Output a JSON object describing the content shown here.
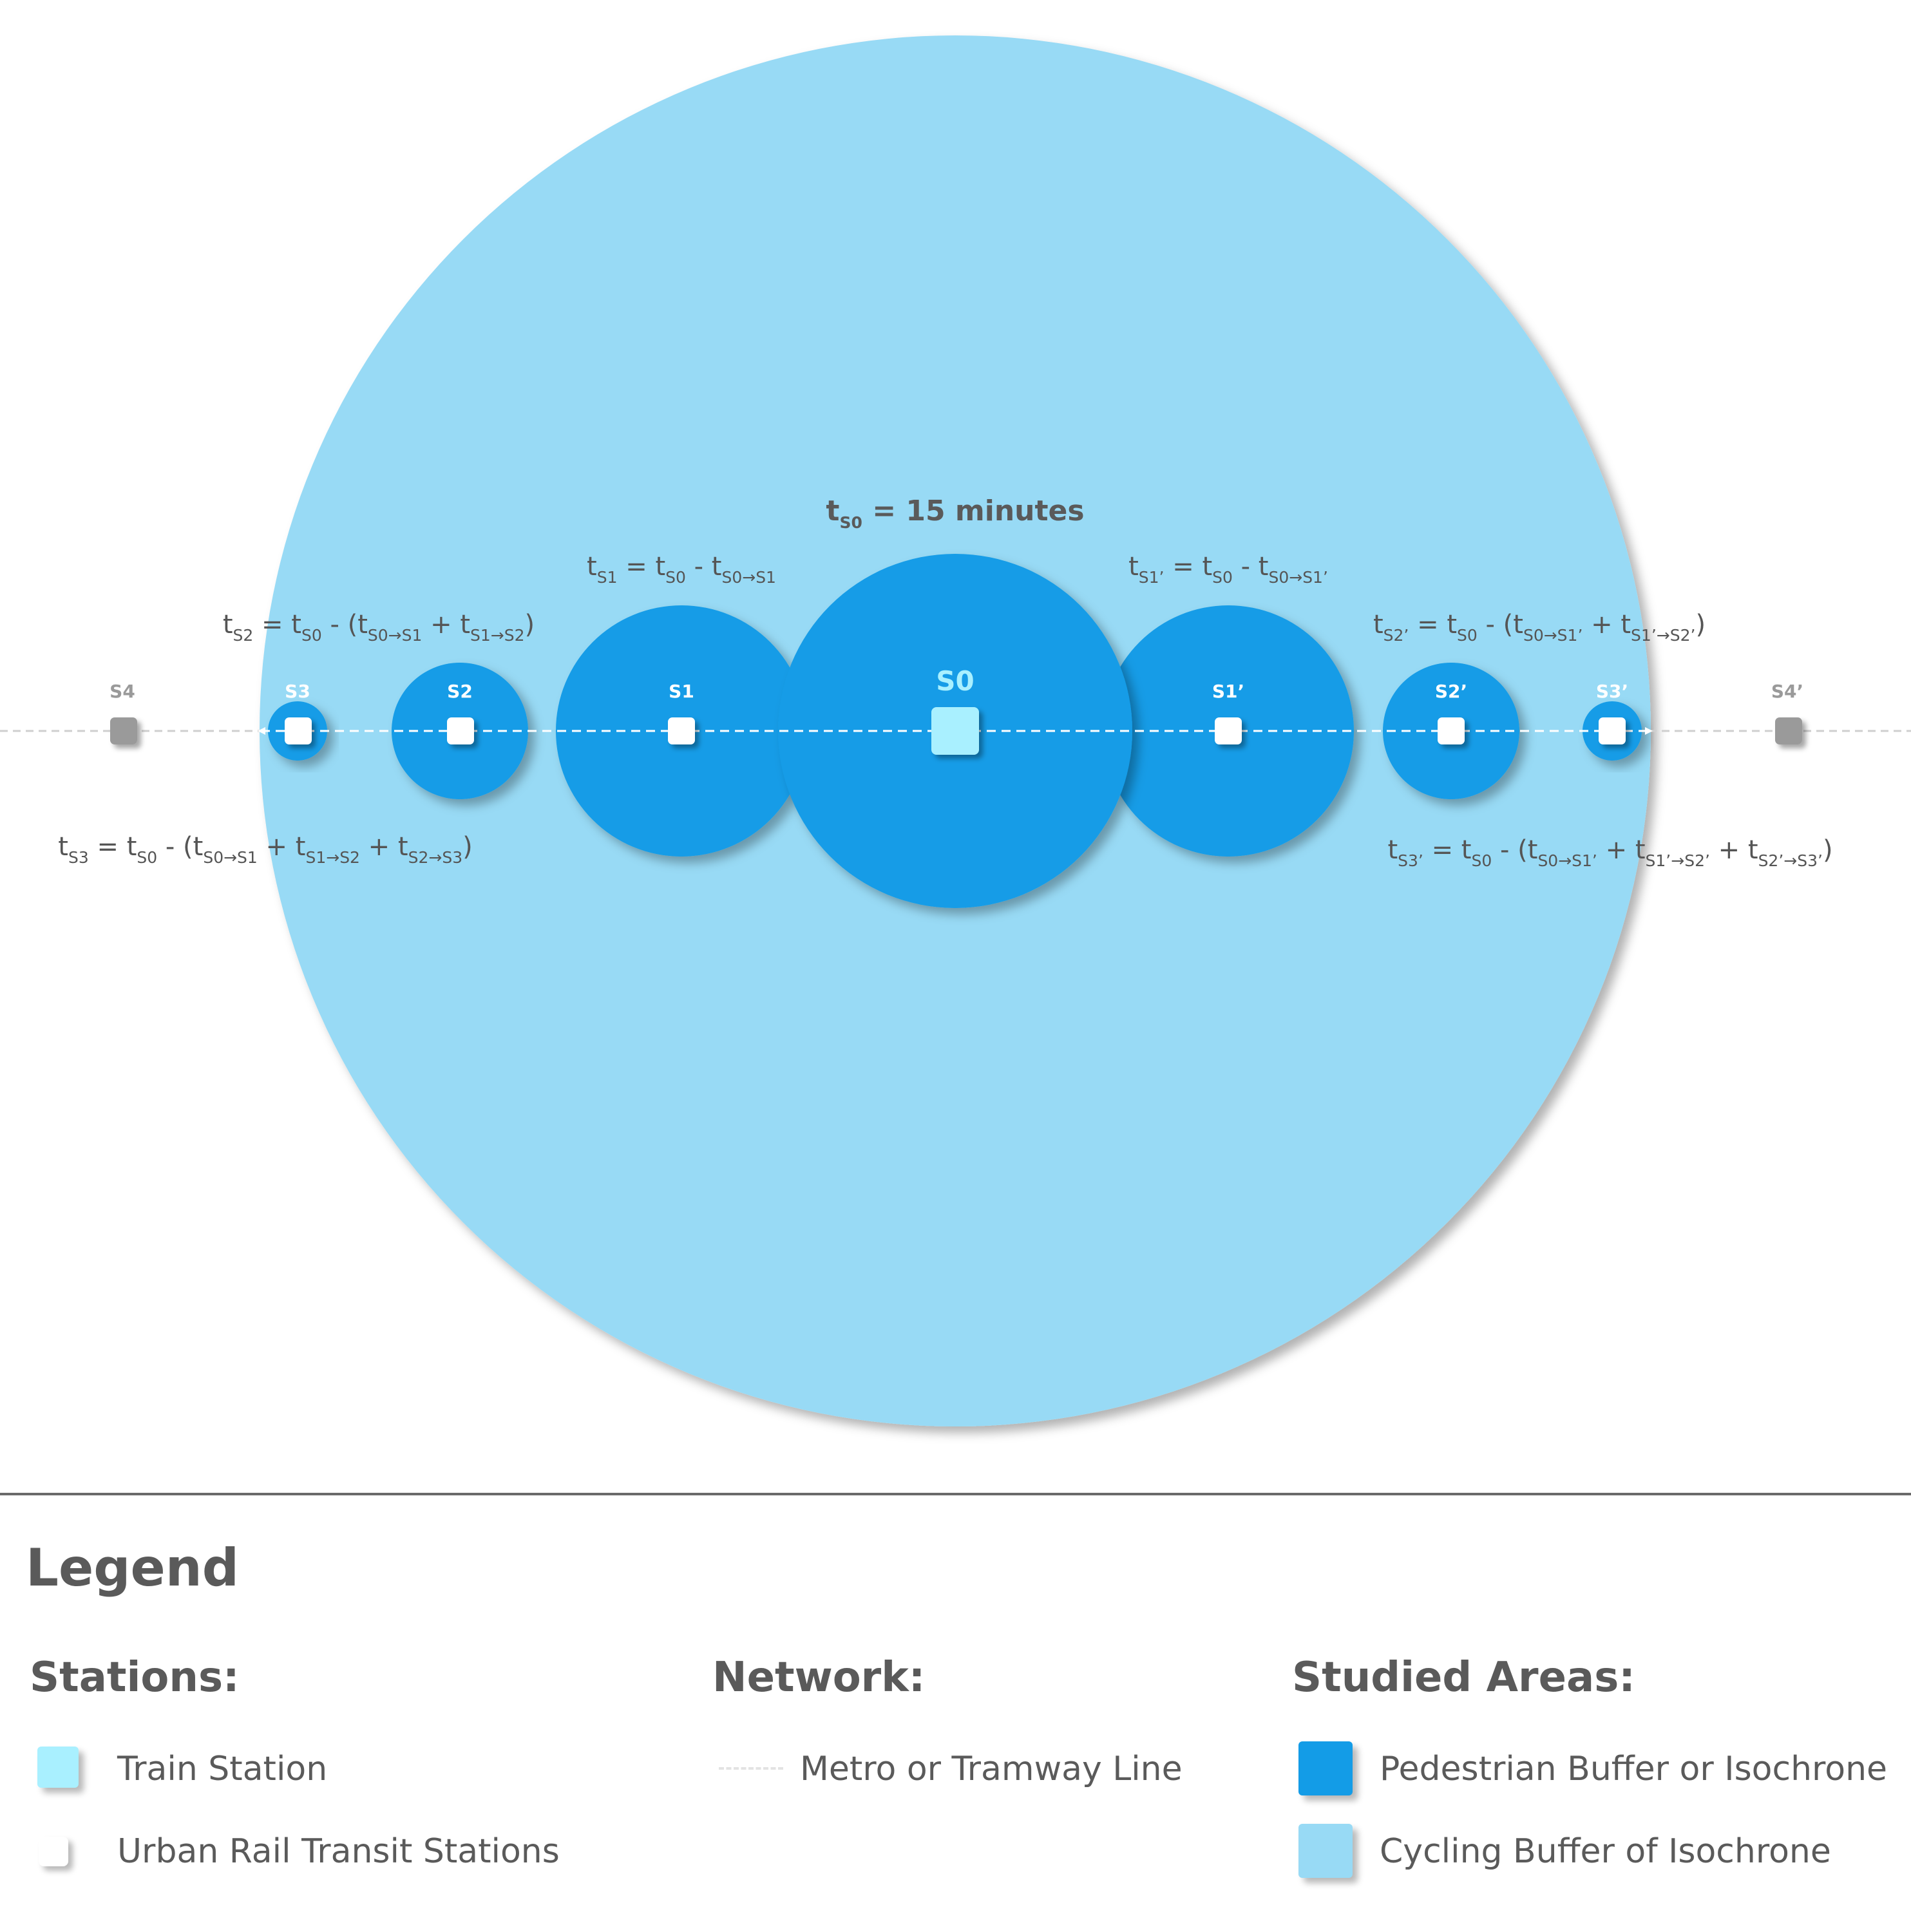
{
  "diagram": {
    "colors": {
      "cycling": "#98daf5",
      "pedestrian": "#139ce7",
      "train_station": "#a9f0ff",
      "urban_station": "#ffffff",
      "outside_station": "#9a9a9a",
      "line": "#cfcfcf"
    },
    "main_formula": {
      "t": "t",
      "sub": "S0",
      "rest": " = 15 minutes"
    },
    "stations": {
      "S4": "S4",
      "S3": "S3",
      "S2": "S2",
      "S1": "S1",
      "S0": "S0",
      "S1p": "S1’",
      "S2p": "S2’",
      "S3p": "S3’",
      "S4p": "S4’"
    },
    "formulas": {
      "S1": [
        {
          "t": "t",
          "s": "S1"
        },
        {
          "t": " = t",
          "s": "S0"
        },
        {
          "t": " - t",
          "s": "S0→S1"
        }
      ],
      "S1p": [
        {
          "t": "t",
          "s": "S1’"
        },
        {
          "t": " = t",
          "s": "S0"
        },
        {
          "t": " - t",
          "s": "S0→S1’"
        }
      ],
      "S2": [
        {
          "t": "t",
          "s": "S2"
        },
        {
          "t": " = t",
          "s": "S0"
        },
        {
          "t": " - (t",
          "s": "S0→S1"
        },
        {
          "t": " + t",
          "s": "S1→S2"
        },
        {
          "t": ")",
          "s": ""
        }
      ],
      "S2p": [
        {
          "t": "t",
          "s": "S2’"
        },
        {
          "t": " = t",
          "s": "S0"
        },
        {
          "t": " - (t",
          "s": "S0→S1’"
        },
        {
          "t": " + t",
          "s": "S1’→S2’"
        },
        {
          "t": ")",
          "s": ""
        }
      ],
      "S3": [
        {
          "t": "t",
          "s": "S3"
        },
        {
          "t": " = t",
          "s": "S0"
        },
        {
          "t": " - (t",
          "s": "S0→S1"
        },
        {
          "t": " + t",
          "s": "S1→S2"
        },
        {
          "t": " + t",
          "s": "S2→S3"
        },
        {
          "t": ")",
          "s": ""
        }
      ],
      "S3p": [
        {
          "t": "t",
          "s": "S3’"
        },
        {
          "t": " = t",
          "s": "S0"
        },
        {
          "t": " - (t",
          "s": "S0→S1’"
        },
        {
          "t": " + t",
          "s": "S1’→S2’"
        },
        {
          "t": " + t",
          "s": "S2’→S3’"
        },
        {
          "t": ")",
          "s": ""
        }
      ]
    }
  },
  "legend": {
    "title": "Legend",
    "stations": {
      "heading": "Stations:",
      "train_station": "Train Station",
      "urban_rail": "Urban Rail Transit Stations"
    },
    "network": {
      "heading": "Network:",
      "metro_line": "Metro or Tramway Line"
    },
    "studied_areas": {
      "heading": "Studied Areas:",
      "pedestrian": "Pedestrian Buffer or Isochrone",
      "cycling": "Cycling Buffer of Isochrone"
    }
  }
}
